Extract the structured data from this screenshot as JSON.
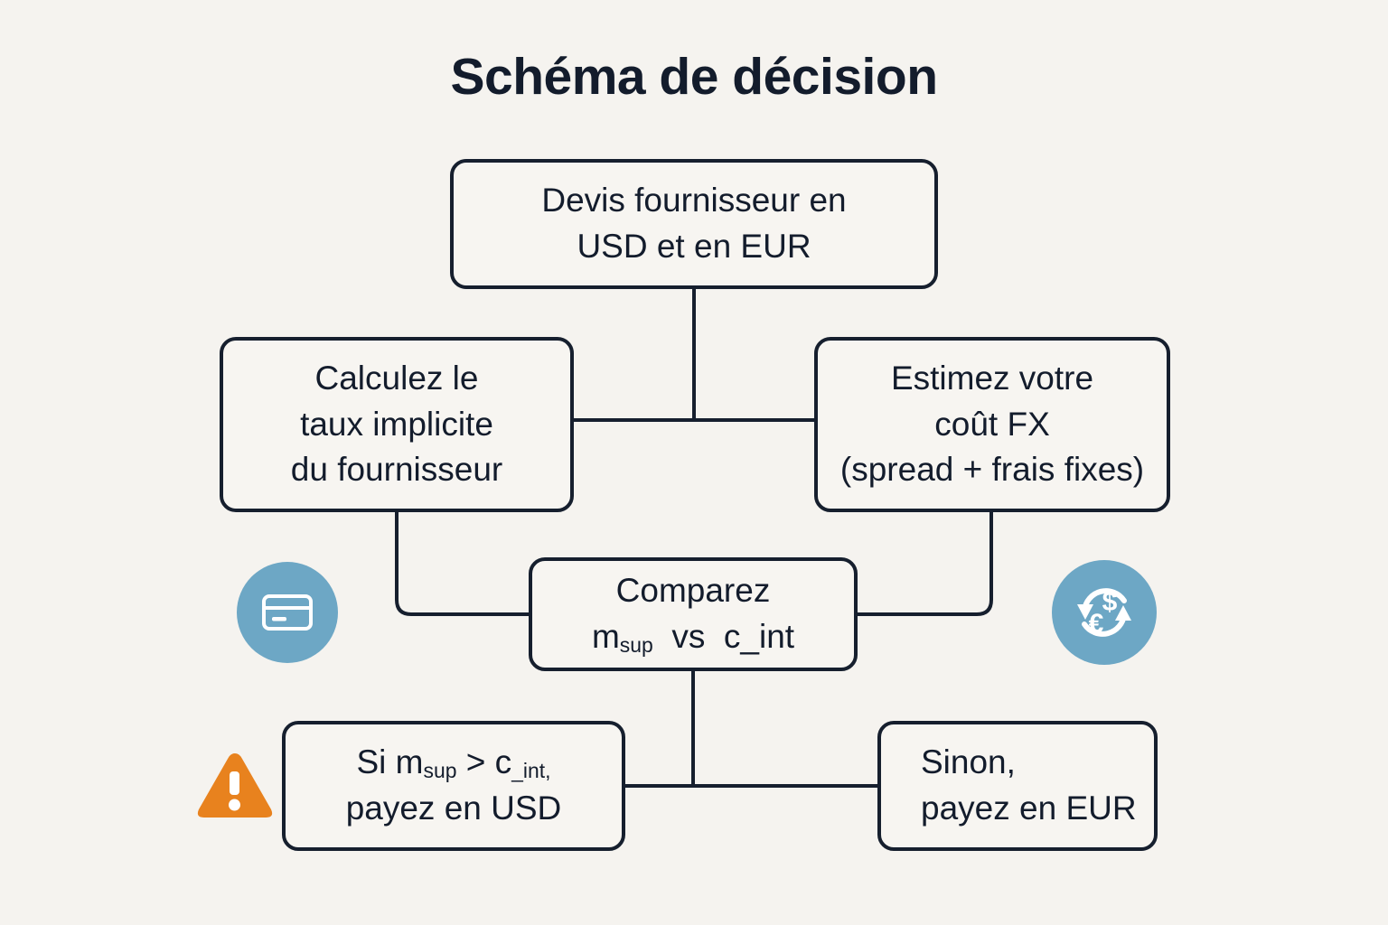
{
  "diagram": {
    "title": "Schéma de décision",
    "type": "flowchart",
    "background_color": "#f5f3ef",
    "node_border_color": "#161f2e",
    "text_color": "#131c2c",
    "accent_blue": "#6da7c5",
    "accent_orange": "#e8821e",
    "nodes": [
      {
        "id": "quote",
        "name": "devis-fournisseur",
        "lines": [
          "Devis fournisseur en",
          "USD et en EUR"
        ],
        "align": "center"
      },
      {
        "id": "rate",
        "name": "calculez-taux-implicite",
        "lines": [
          "Calculez le",
          "taux implicite",
          "du fournisseur"
        ],
        "align": "center"
      },
      {
        "id": "fx",
        "name": "estimez-cout-fx",
        "lines": [
          "Estimez votre",
          "coût FX",
          "(spread + frais fixes)"
        ],
        "align": "center"
      },
      {
        "id": "compare",
        "name": "comparez",
        "lines": [
          "Comparez"
        ],
        "formula": {
          "prefix": "m",
          "sub1": "sup",
          "operator": "vs",
          "suffix": "c_int"
        },
        "align": "center"
      },
      {
        "id": "usd",
        "name": "payez-en-usd",
        "condition": {
          "lead": "Si m",
          "sub1": "sup",
          "operator": ">",
          "term2": "c",
          "sub2": "_int",
          "trailing": ","
        },
        "lines": [
          "payez en USD"
        ],
        "align": "center"
      },
      {
        "id": "eur",
        "name": "payez-en-eur",
        "lines": [
          "Sinon,",
          "payez en EUR"
        ],
        "align": "left"
      }
    ],
    "icons": [
      {
        "id": "card",
        "name": "credit-card-icon",
        "color": "#6da7c5"
      },
      {
        "id": "fx",
        "name": "currency-exchange-icon",
        "color": "#6da7c5",
        "symbols": [
          "$",
          "€"
        ]
      },
      {
        "id": "warning",
        "name": "warning-triangle-icon",
        "color": "#e8821e"
      }
    ],
    "edges": [
      {
        "from": "quote",
        "to": "rate"
      },
      {
        "from": "quote",
        "to": "fx"
      },
      {
        "from": "rate",
        "to": "compare"
      },
      {
        "from": "fx",
        "to": "compare"
      },
      {
        "from": "compare",
        "to": "usd"
      },
      {
        "from": "compare",
        "to": "eur"
      }
    ]
  }
}
